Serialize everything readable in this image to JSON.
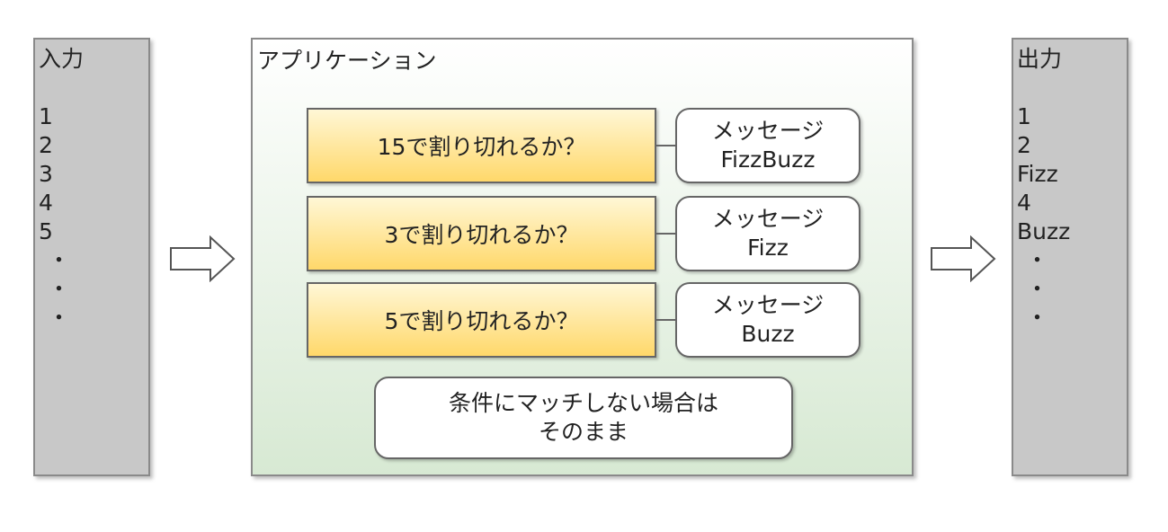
{
  "input": {
    "title": "入力",
    "lines": [
      "1",
      "2",
      "3",
      "4",
      "5"
    ],
    "dots": [
      "・",
      "・",
      "・"
    ]
  },
  "app": {
    "title": "アプリケーション",
    "rules": [
      {
        "condition": "15で割り切れるか？",
        "message_label": "メッセージ",
        "message_value": "FizzBuzz"
      },
      {
        "condition": "3で割り切れるか？",
        "message_label": "メッセージ",
        "message_value": "Fizz"
      },
      {
        "condition": "5で割り切れるか？",
        "message_label": "メッセージ",
        "message_value": "Buzz"
      }
    ],
    "default_line1": "条件にマッチしない場合は",
    "default_line2": "そのまま"
  },
  "output": {
    "title": "出力",
    "lines": [
      "1",
      "2",
      "Fizz",
      "4",
      "Buzz"
    ],
    "dots": [
      "・",
      "・",
      "・"
    ]
  },
  "colors": {
    "condition_fill_top": "#fff7d6",
    "condition_fill_bottom": "#ffd86a",
    "app_fill_bottom": "#d7e9d3",
    "column_fill": "#c8c8c8"
  }
}
